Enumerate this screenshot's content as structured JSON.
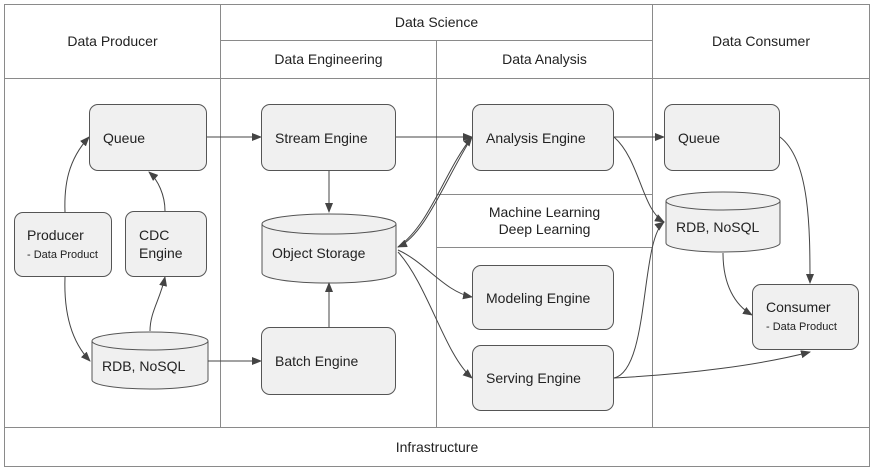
{
  "headers": {
    "data_producer": "Data Producer",
    "data_science": "Data Science",
    "data_engineering": "Data Engineering",
    "data_analysis": "Data Analysis",
    "data_consumer": "Data Consumer",
    "ml_line1": "Machine Learning",
    "ml_line2": "Deep Learning",
    "infrastructure": "Infrastructure"
  },
  "nodes": {
    "producer_queue": "Queue",
    "producer": "Producer",
    "producer_sub": "- Data Product",
    "cdc_line1": "CDC",
    "cdc_line2": "Engine",
    "producer_db": "RDB, NoSQL",
    "stream_engine": "Stream Engine",
    "object_storage": "Object Storage",
    "batch_engine": "Batch Engine",
    "analysis_engine": "Analysis Engine",
    "modeling_engine": "Modeling Engine",
    "serving_engine": "Serving Engine",
    "consumer_queue": "Queue",
    "consumer_db": "RDB, NoSQL",
    "consumer": "Consumer",
    "consumer_sub": "- Data Product"
  }
}
